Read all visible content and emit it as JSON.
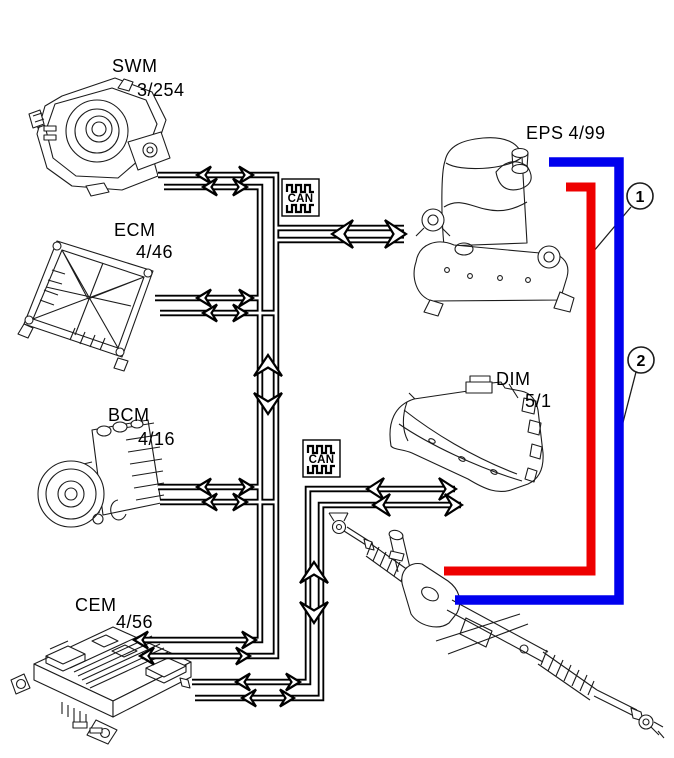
{
  "modules": {
    "swm": {
      "label": "SWM",
      "code": "3/254"
    },
    "ecm": {
      "label": "ECM",
      "code": "4/46"
    },
    "bcm": {
      "label": "BCM",
      "code": "4/16"
    },
    "cem": {
      "label": "CEM",
      "code": "4/56"
    },
    "eps": {
      "label": "EPS",
      "code": "4/99"
    },
    "dim": {
      "label": "DIM",
      "code": "5/1"
    }
  },
  "bus": {
    "can_label": "CAN",
    "line_color": "#000000"
  },
  "wires": {
    "red": "#ee0000",
    "blue": "#0000ee"
  },
  "callouts": {
    "one": "1",
    "two": "2"
  }
}
